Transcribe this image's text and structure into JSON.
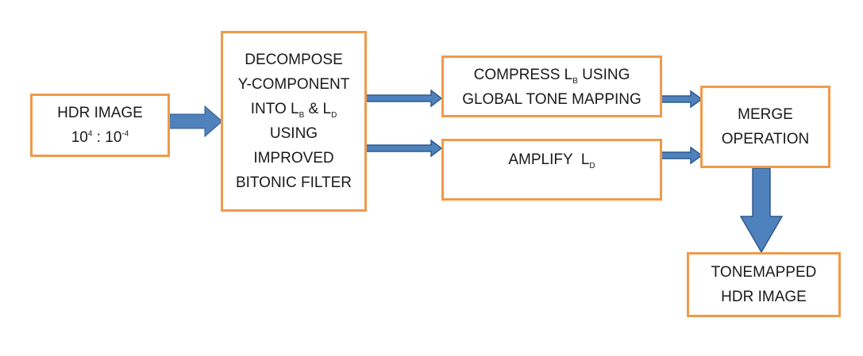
{
  "nodes": {
    "hdr_image": {
      "line1": "HDR IMAGE",
      "line2": {
        "a": "10",
        "a_sup": "4",
        "sep": " : ",
        "b": "10",
        "b_sup": "-4"
      }
    },
    "decompose": {
      "line1": "DECOMPOSE",
      "line2": "Y-COMPONENT",
      "line3": {
        "pre": "INTO L",
        "sub1": "B",
        "mid": " & L",
        "sub2": "D"
      },
      "line4": "USING",
      "line5": "IMPROVED",
      "line6": "BITONIC FILTER"
    },
    "compress": {
      "line1": {
        "pre": "COMPRESS L",
        "sub": "B",
        "post": " USING"
      },
      "line2": "GLOBAL TONE MAPPING"
    },
    "amplify": {
      "pre": "AMPLIFY  L",
      "sub": "D"
    },
    "merge": {
      "line1": "MERGE",
      "line2": "OPERATION"
    },
    "tonemapped": {
      "line1": "TONEMAPPED",
      "line2": "HDR IMAGE"
    }
  },
  "colors": {
    "box_border": "#ef9a4a",
    "arrow_primary": "#4f81bd",
    "arrow_outline": "#2f5a8c"
  }
}
